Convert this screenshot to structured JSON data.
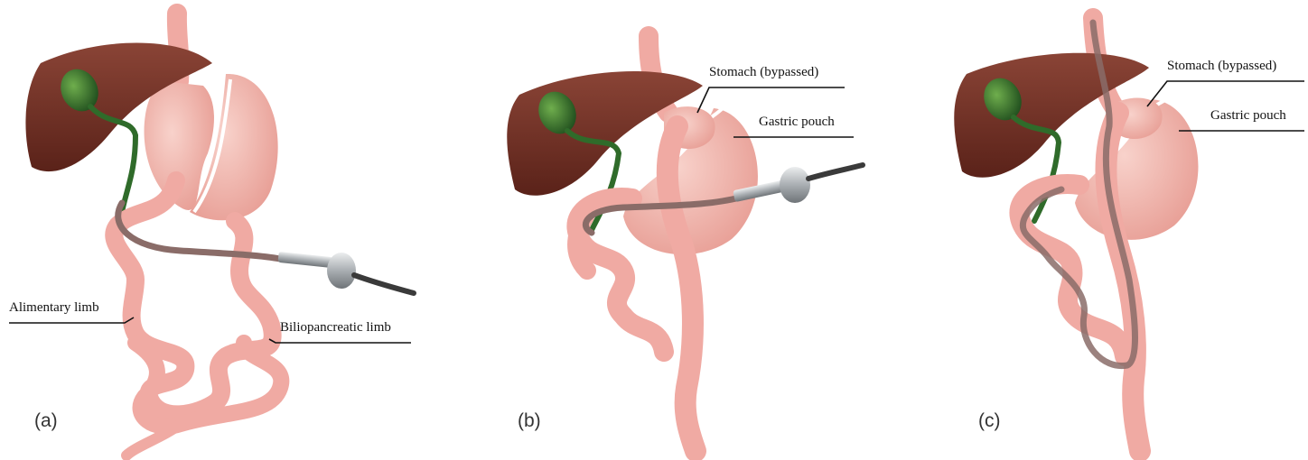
{
  "panels": [
    {
      "letter": "(a)",
      "labels": {
        "alimentary_limb": "Alimentary limb",
        "biliopancreatic_limb": "Biliopancreatic limb"
      }
    },
    {
      "letter": "(b)",
      "labels": {
        "stomach_bypassed": "Stomach (bypassed)",
        "gastric_pouch": "Gastric pouch"
      }
    },
    {
      "letter": "(c)",
      "labels": {
        "stomach_bypassed": "Stomach (bypassed)",
        "gastric_pouch": "Gastric pouch"
      }
    }
  ],
  "colors": {
    "liver": "#6e2f24",
    "gallbladder": "#2f6b2a",
    "bowel": "#f0aaa3",
    "stomach": "#f2b3aa",
    "scope_tube": "#8a6c68",
    "scope_head": "#bfc3c6",
    "cable": "#3a3a3a"
  }
}
